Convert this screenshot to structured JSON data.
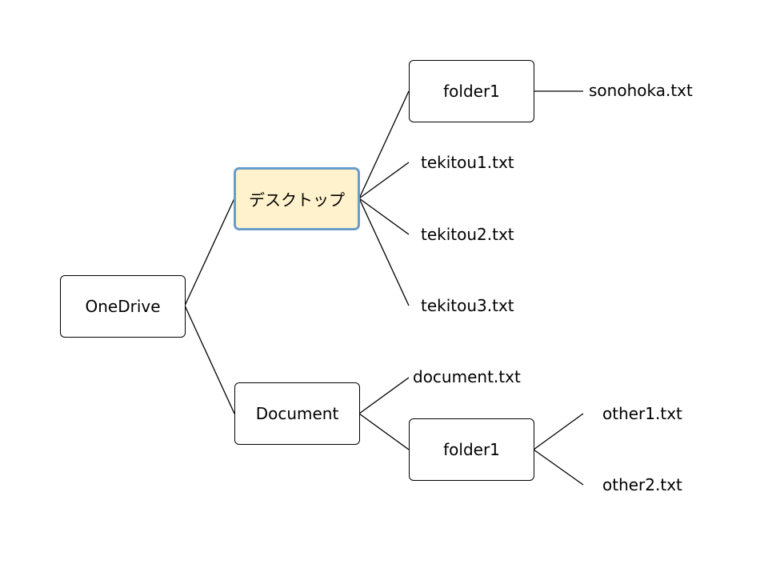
{
  "tree": {
    "root": {
      "label": "OneDrive"
    },
    "desktop": {
      "label": "デスクトップ",
      "selected": true,
      "folder": {
        "label": "folder1",
        "child": "sonohoka.txt"
      },
      "files": [
        "tekitou1.txt",
        "tekitou2.txt",
        "tekitou3.txt"
      ]
    },
    "document": {
      "label": "Document",
      "file": "document.txt",
      "folder": {
        "label": "folder1",
        "children": [
          "other1.txt",
          "other2.txt"
        ]
      }
    }
  },
  "colors": {
    "selected_fill": "#fff2cc",
    "selected_border": "#6a9cc9",
    "line": "#000000"
  }
}
